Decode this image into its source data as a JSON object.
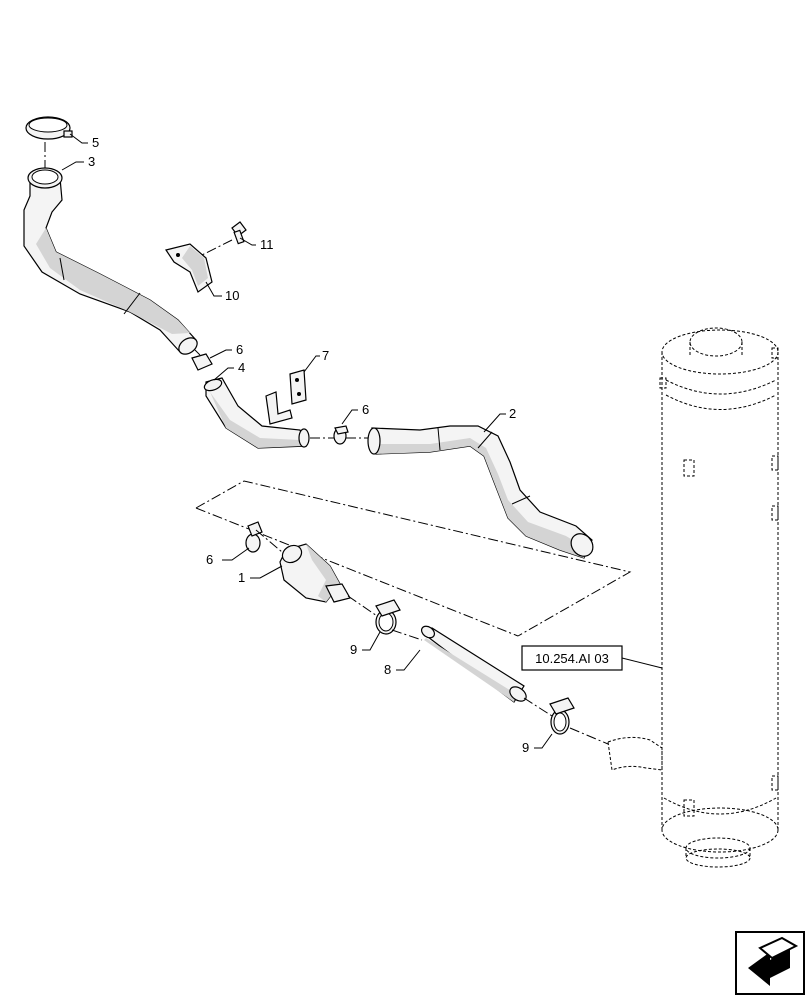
{
  "callouts": {
    "c1": "1",
    "c2": "2",
    "c3": "3",
    "c4": "4",
    "c5": "5",
    "c6a": "6",
    "c6b": "6",
    "c6c": "6",
    "c7": "7",
    "c8": "8",
    "c9a": "9",
    "c9b": "9",
    "c10": "10",
    "c11": "11"
  },
  "reference_box": {
    "label": "10.254.AI 03"
  },
  "nav": {
    "icon": "next-page-arrow-icon"
  }
}
